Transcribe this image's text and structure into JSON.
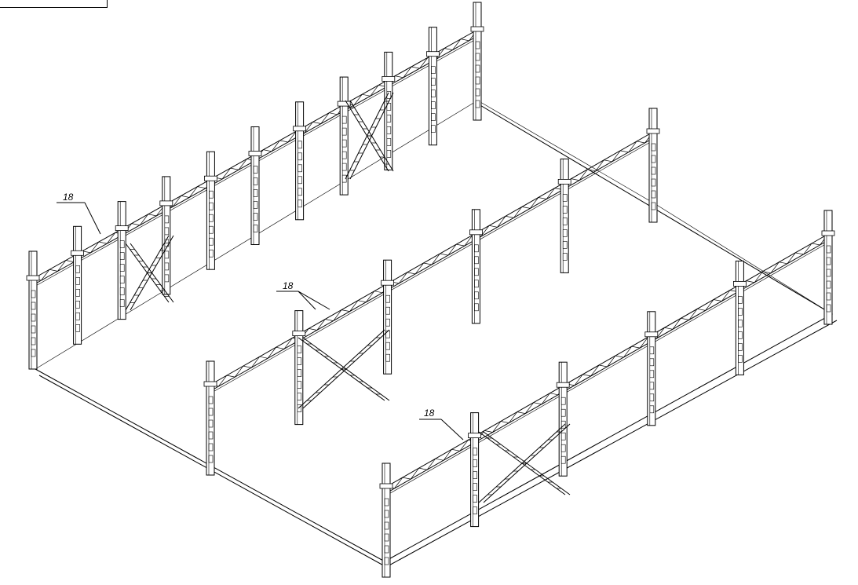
{
  "drawing": {
    "corner_stamp": "",
    "callouts": [
      {
        "id": "c1",
        "label": "18"
      },
      {
        "id": "c2",
        "label": "18"
      },
      {
        "id": "c3",
        "label": "18"
      }
    ],
    "line_color": "#000000",
    "background": "#ffffff"
  }
}
